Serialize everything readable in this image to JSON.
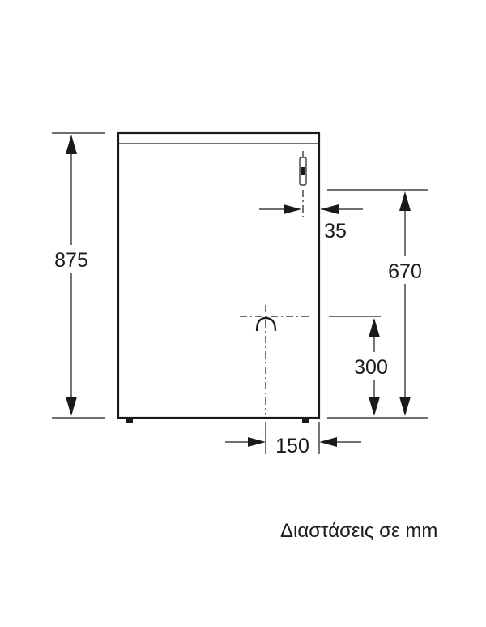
{
  "dimensions": {
    "height_total": "875",
    "height_valve": "670",
    "offset_valve": "35",
    "height_drain": "300",
    "offset_drain": "150"
  },
  "caption": "Διαστάσεις σε mm"
}
